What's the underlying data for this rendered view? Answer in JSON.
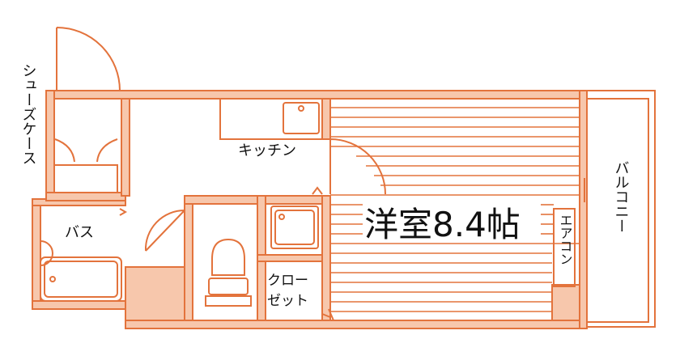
{
  "colors": {
    "wall_stroke": "#e3733c",
    "wall_fill": "#f7c7ac",
    "text": "#111111",
    "background": "#ffffff"
  },
  "rooms": {
    "main_room": "洋室8.4帖",
    "kitchen": "キッチン",
    "bath": "バス",
    "closet_line1": "クロー",
    "closet_line2": "ゼット",
    "shoe_case": "シューズケース",
    "balcony": "バルコニー",
    "aircon": "エアコン"
  }
}
